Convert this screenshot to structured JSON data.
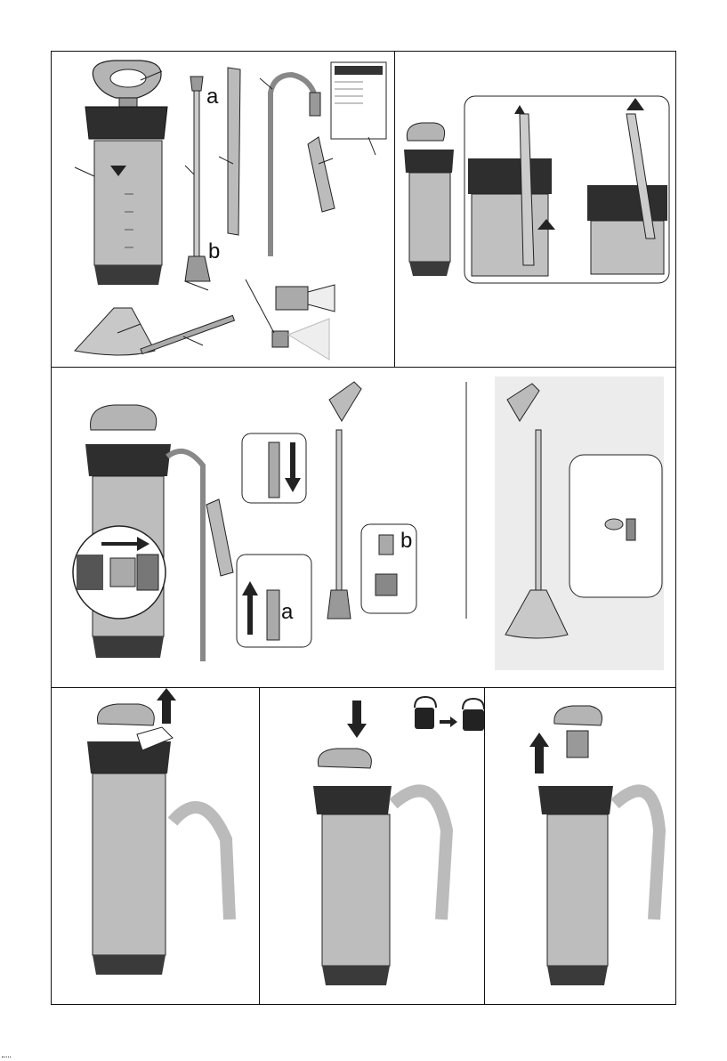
{
  "colors": {
    "body": "#b4b4b4",
    "body_dark": "#7a7a7a",
    "collar": "#2e2e2e",
    "line": "#222222",
    "panel_bg": "#ececec",
    "white": "#ffffff"
  },
  "labels": {
    "nozzle_a": "a",
    "nozzle_b": "b",
    "detail_a": "a",
    "detail_b": "b"
  },
  "icons": {
    "unlock": "unlock-icon",
    "lock": "lock-icon",
    "arrow": "arrow-icon"
  }
}
